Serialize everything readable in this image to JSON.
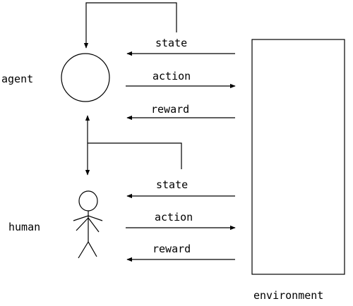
{
  "labels": {
    "agent": "agent",
    "human": "human",
    "environment": "environment"
  },
  "agent_channels": {
    "state": "state",
    "action": "action",
    "reward": "reward"
  },
  "human_channels": {
    "state": "state",
    "action": "action",
    "reward": "reward"
  },
  "colors": {
    "stroke": "#000000",
    "background": "#ffffff"
  }
}
